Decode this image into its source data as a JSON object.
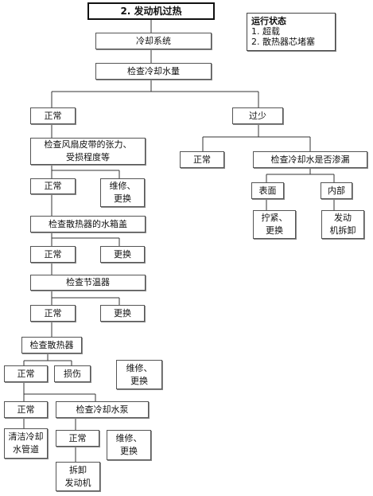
{
  "title": "2. 发动机过热",
  "legend": {
    "heading": "运行状态",
    "items": [
      "1. 超载",
      "2. 散热器芯堵塞"
    ]
  },
  "nodes": {
    "cooling_system": "冷却系统",
    "check_coolant_amount": "检查冷却水量",
    "normal_1": "正常",
    "too_little": "过少",
    "check_fan_belt": "检查风扇皮带的张力、\n受损程度等",
    "normal_2": "正常",
    "repair_replace_1": "维修、\n更换",
    "normal_right": "正常",
    "check_leak": "检查冷却水是否渗漏",
    "surface": "表面",
    "internal": "内部",
    "tighten_replace": "拧紧、\n更换",
    "disassemble_engine_1": "发动\n机拆卸",
    "check_radiator_cap": "检查散热器的水箱盖",
    "normal_3": "正常",
    "replace_1": "更换",
    "check_thermostat": "检查节温器",
    "normal_4": "正常",
    "replace_2": "更换",
    "check_radiator": "检查散热器",
    "normal_5": "正常",
    "damage": "损伤",
    "repair_replace_2": "维修、\n更换",
    "normal_6": "正常",
    "check_pump": "检查冷却水泵",
    "clean_pipes": "清洁冷却\n水管道",
    "normal_7": "正常",
    "repair_replace_3": "维修、\n更换",
    "disassemble_engine_2": "拆卸\n发动机"
  }
}
